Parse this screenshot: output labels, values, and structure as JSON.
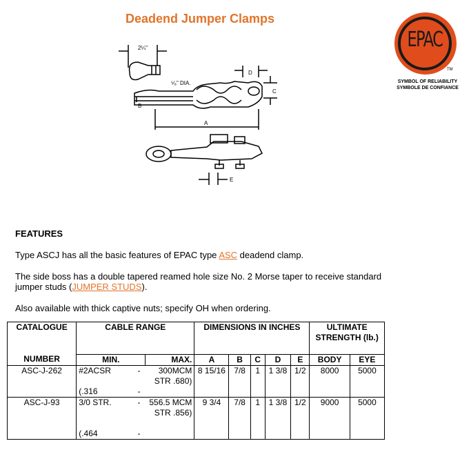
{
  "title": "Deadend Jumper Clamps",
  "logo": {
    "text": "EPAC",
    "tm": "TM",
    "tagline_en": "SYMBOL OF RELIABILITY",
    "tagline_fr": "SYMBOLE DE CONFIANCE",
    "color": "#e04c1c"
  },
  "drawing": {
    "dim_top": "2¼\"",
    "dia": "⁵⁄₈\" DIA.",
    "label_a": "A",
    "label_b": "B",
    "label_c": "C",
    "label_d": "D",
    "label_e": "E"
  },
  "features": {
    "heading": "FEATURES",
    "p1_before": "Type ASCJ has all the basic features of EPAC type ",
    "p1_link": "ASC",
    "p1_after": " deadend clamp.",
    "p2_before": "The side boss has a double tapered reamed hole size No. 2 Morse taper to receive standard jumper studs (",
    "p2_link": "JUMPER STUDS",
    "p2_after": ").",
    "p3": "Also available with thick captive nuts; specify OH when ordering."
  },
  "table": {
    "h_catalogue": "CATALOGUE",
    "h_cable_range": "CABLE RANGE",
    "h_dimensions": "DIMENSIONS IN INCHES",
    "h_ultimate": "ULTIMATE STRENGTH (lb.)",
    "h_number": "NUMBER",
    "h_min": "MIN.",
    "h_max": "MAX.",
    "h_a": "A",
    "h_b": "B",
    "h_c": "C",
    "h_d": "D",
    "h_e": "E",
    "h_body": "BODY",
    "h_eye": "EYE",
    "rows": [
      {
        "number": "ASC-J-262",
        "min": "#2ACSR",
        "min2": "(.316",
        "dash": "-",
        "dash2": "-",
        "max": "300MCM STR .680)",
        "a": "8 15/16",
        "b": "7/8",
        "c": "1",
        "d": "1 3/8",
        "e": "1/2",
        "body": "8000",
        "eye": "5000"
      },
      {
        "number": "ASC-J-93",
        "min": "3/0 STR.",
        "min2": "(.464",
        "dash": "-",
        "dash2": "-",
        "max": "556.5 MCM STR .856)",
        "a": "9 3/4",
        "b": "7/8",
        "c": "1",
        "d": "1 3/8",
        "e": "1/2",
        "body": "9000",
        "eye": "5000"
      }
    ]
  }
}
